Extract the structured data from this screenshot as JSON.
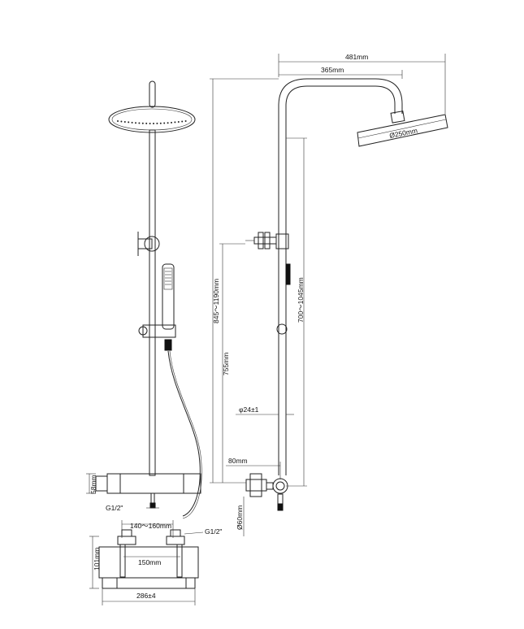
{
  "dimensions": {
    "overall_width": "481mm",
    "arm_reach": "365mm",
    "head_diameter": "Ø250mm",
    "total_height": "845～1190mm",
    "adjust_height": "700～1045mm",
    "rail_height": "755mm",
    "pipe_diameter": "φ24±1",
    "wall_offset": "80mm",
    "flange_diameter": "Ø60mm",
    "valve_height": "58mm",
    "inlet_bottom": "G1/2\"",
    "inlet_side": "G1/2\"",
    "inlet_spacing": "140～160mm",
    "inlet_centers": "150mm",
    "valve_depth": "101mm",
    "valve_width": "286±4"
  },
  "colors": {
    "line": "#222222",
    "background": "#ffffff"
  }
}
